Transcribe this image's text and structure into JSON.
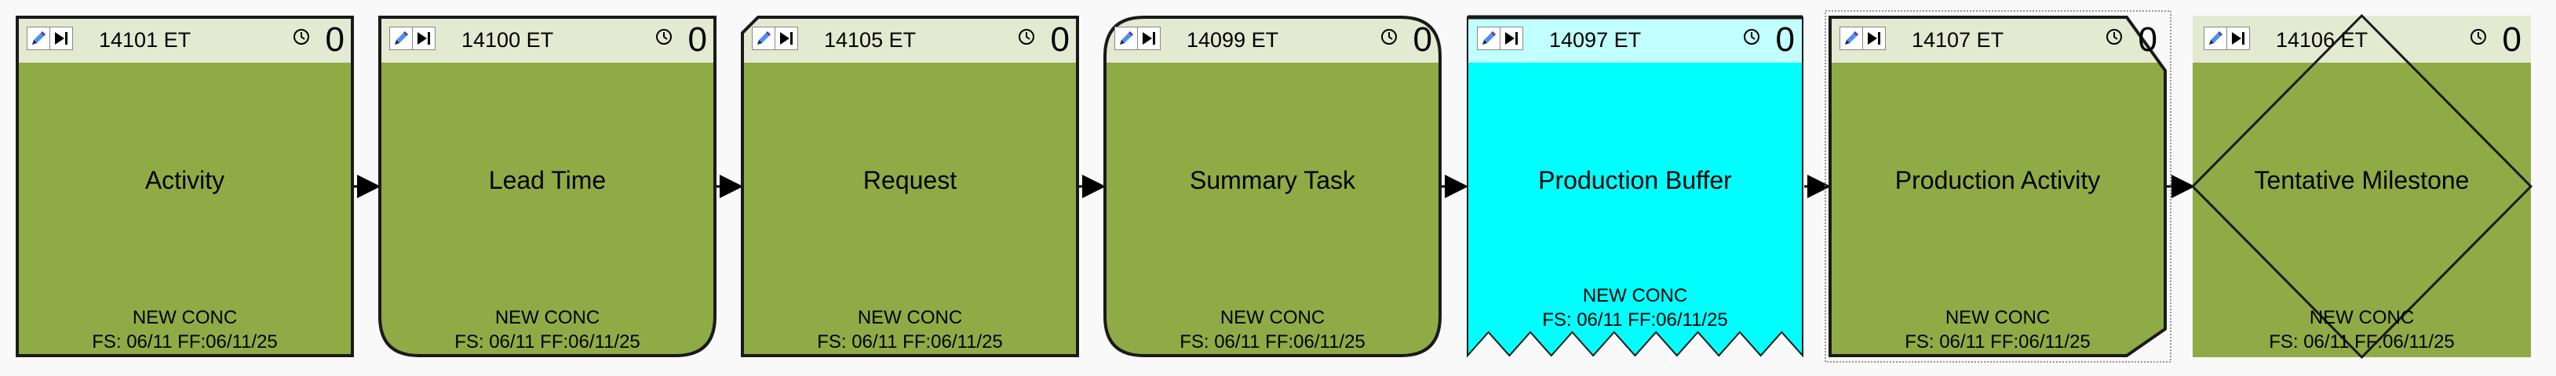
{
  "colors": {
    "body_green": "#8fab46",
    "header_green": "#e4e9d1",
    "body_cyan": "#00ffff",
    "header_cyan": "#c2ffff",
    "border": "#1a1a1a",
    "background": "#f9f9f9"
  },
  "cards": [
    {
      "id": "14101 ET",
      "count": "0",
      "title": "Activity",
      "status": "NEW CONC",
      "dates": "FS: 06/11 FF:06/11/25",
      "shape": "rectangle"
    },
    {
      "id": "14100 ET",
      "count": "0",
      "title": "Lead Time",
      "status": "NEW CONC",
      "dates": "FS: 06/11 FF:06/11/25",
      "shape": "rounded-bottom"
    },
    {
      "id": "14105 ET",
      "count": "0",
      "title": "Request",
      "status": "NEW CONC",
      "dates": "FS: 06/11 FF:06/11/25",
      "shape": "cut-top-left"
    },
    {
      "id": "14099 ET",
      "count": "0",
      "title": "Summary Task",
      "status": "NEW CONC",
      "dates": "FS: 06/11 FF:06/11/25",
      "shape": "rounded"
    },
    {
      "id": "14097 ET",
      "count": "0",
      "title": "Production Buffer",
      "status": "NEW CONC",
      "dates": "FS: 06/11 FF:06/11/25",
      "shape": "zigzag-bottom"
    },
    {
      "id": "14107 ET",
      "count": "0",
      "title": "Production Activity",
      "status": "NEW CONC",
      "dates": "FS: 06/11 FF:06/11/25",
      "shape": "cut-right",
      "selected": true
    },
    {
      "id": "14106 ET",
      "count": "0",
      "title": "Tentative Milestone",
      "status": "NEW CONC",
      "dates": "FS: 06/11 FF:06/11/25",
      "shape": "diamond"
    }
  ],
  "icons": {
    "edit": "pencil-icon",
    "step": "skip-forward-icon",
    "clock": "clock-icon"
  }
}
